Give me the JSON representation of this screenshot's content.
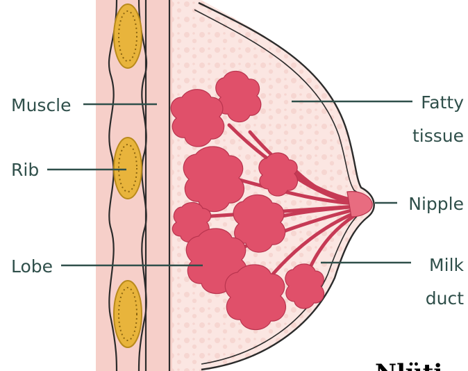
{
  "labels": {
    "muscle": "Muscle",
    "rib": "Rib",
    "lobe": "Lobe",
    "fatty_line1": "Fatty",
    "fatty_line2": "tissue",
    "nipple": "Nipple",
    "milk_line1": "Milk",
    "milk_line2": "duct"
  },
  "cropped_text": "Nlüti",
  "colors": {
    "rib_fill": "#e8b43c",
    "rib_edge": "#b98a1c",
    "muscle": "#f6cfc9",
    "tissue": "#fbe6e2",
    "lobe": "#e0506a",
    "lobe_dark": "#b8344e",
    "outline": "#2b2b2b",
    "leader": "#2f4f4a"
  }
}
